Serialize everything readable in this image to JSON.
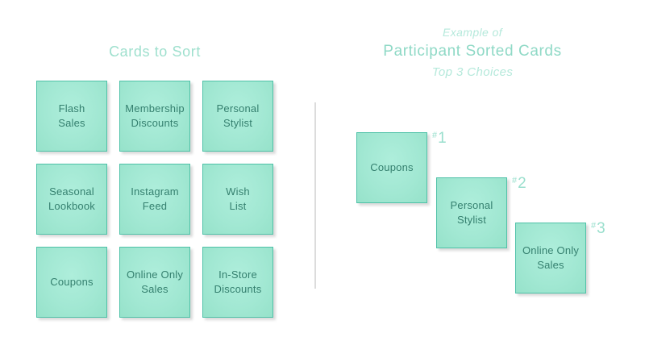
{
  "colors": {
    "background": "#ffffff",
    "card_fill": "#a2e8d3",
    "card_border": "#4ec1a7",
    "card_text": "#35806f",
    "left_title": "#9fe0ce",
    "right_title": "#8fd9c6",
    "right_subtitle": "#b5e9db",
    "rank_label": "#9adfcd",
    "divider": "#dcdcdc"
  },
  "left_panel": {
    "title": "Cards to Sort",
    "cards": [
      {
        "label": "Flash\nSales"
      },
      {
        "label": "Membership\nDiscounts"
      },
      {
        "label": "Personal\nStylist"
      },
      {
        "label": "Seasonal\nLookbook"
      },
      {
        "label": "Instagram\nFeed"
      },
      {
        "label": "Wish\nList"
      },
      {
        "label": "Coupons"
      },
      {
        "label": "Online Only\nSales"
      },
      {
        "label": "In-Store\nDiscounts"
      }
    ]
  },
  "right_panel": {
    "title_line1": "Example of",
    "title_line2": "Participant Sorted Cards",
    "title_line3": "Top 3 Choices",
    "rank_hash": "#",
    "sorted_cards": [
      {
        "rank": "1",
        "label": "Coupons"
      },
      {
        "rank": "2",
        "label": "Personal\nStylist"
      },
      {
        "rank": "3",
        "label": "Online Only\nSales"
      }
    ]
  }
}
